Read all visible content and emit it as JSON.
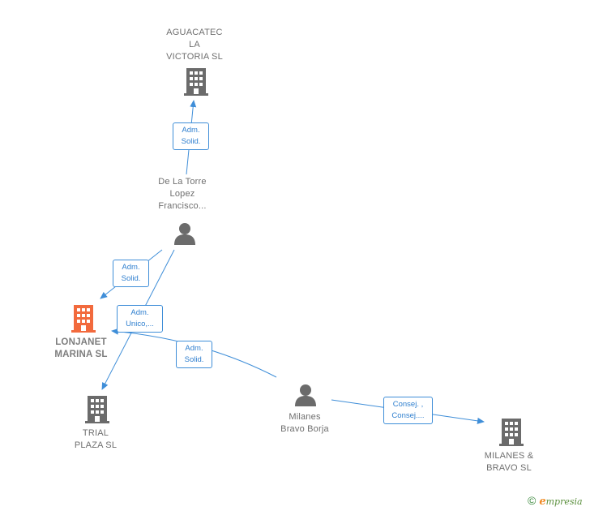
{
  "colors": {
    "edge": "#3f8ed8",
    "node_gray": "#6b6b6b",
    "node_highlight": "#f26a3d"
  },
  "nodes": {
    "aguacatec": {
      "label": "AGUACATEC\nLA\nVICTORIA  SL",
      "icon": "building-icon"
    },
    "de_la_torre": {
      "label": "De La Torre\nLopez\nFrancisco...",
      "icon": "person-icon"
    },
    "lonjanet": {
      "label": "LONJANET\nMARINA  SL",
      "icon": "building-icon"
    },
    "trial_plaza": {
      "label": "TRIAL\nPLAZA  SL",
      "icon": "building-icon"
    },
    "milanes_person": {
      "label": "Milanes\nBravo Borja",
      "icon": "person-icon"
    },
    "milanes_bravo": {
      "label": "MILANES &\nBRAVO  SL",
      "icon": "building-icon"
    }
  },
  "edges": {
    "e1": {
      "label": "Adm.\nSolid."
    },
    "e2": {
      "label": "Adm.\nSolid."
    },
    "e3": {
      "label": "Adm.\nUnico,..."
    },
    "e4": {
      "label": "Adm.\nSolid."
    },
    "e5": {
      "label": "Consej. ,\nConsej...."
    }
  },
  "footer": {
    "copyright": "©",
    "brand_initial": "e",
    "brand_rest": "mpresia"
  }
}
